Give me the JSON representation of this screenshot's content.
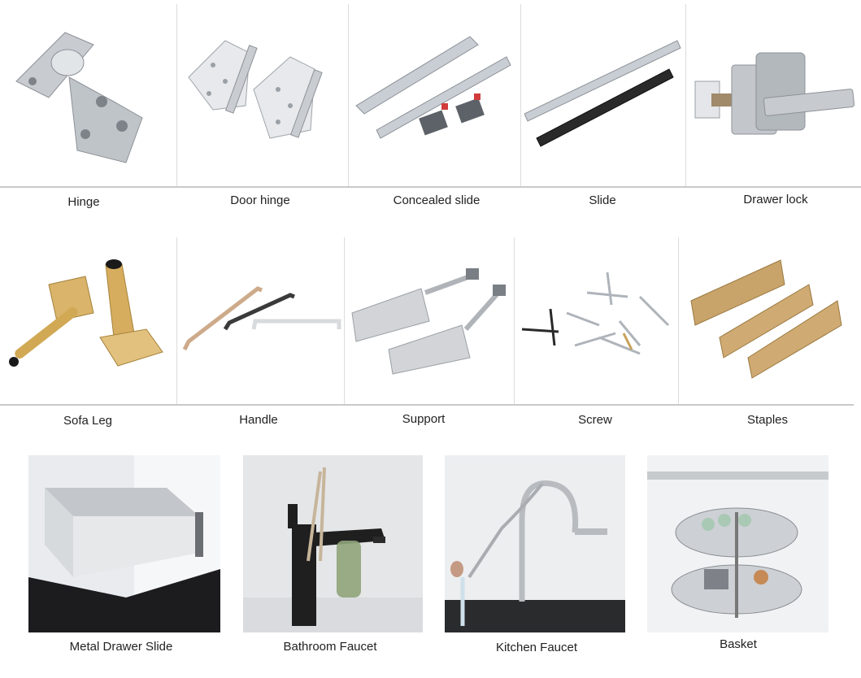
{
  "rows": [
    {
      "items": [
        {
          "label": "Hinge",
          "icon": "hinge-icon"
        },
        {
          "label": "Door hinge",
          "icon": "door-hinge-icon"
        },
        {
          "label": "Concealed slide",
          "icon": "concealed-slide-icon"
        },
        {
          "label": "Slide",
          "icon": "slide-icon"
        },
        {
          "label": "Drawer lock",
          "icon": "drawer-lock-icon"
        }
      ]
    },
    {
      "items": [
        {
          "label": "Sofa Leg",
          "icon": "sofa-leg-icon"
        },
        {
          "label": "Handle",
          "icon": "handle-icon"
        },
        {
          "label": "Support",
          "icon": "support-icon"
        },
        {
          "label": "Screw",
          "icon": "screw-icon"
        },
        {
          "label": "Staples",
          "icon": "staples-icon"
        }
      ]
    },
    {
      "items": [
        {
          "label": "Metal Drawer Slide",
          "icon": "metal-drawer-slide-photo"
        },
        {
          "label": "Bathroom Faucet",
          "icon": "bathroom-faucet-photo"
        },
        {
          "label": "Kitchen Faucet",
          "icon": "kitchen-faucet-photo"
        },
        {
          "label": "Basket",
          "icon": "basket-photo"
        }
      ]
    }
  ],
  "colors": {
    "divider": "#dcdcdc",
    "baseline": "#c9c9c9",
    "steel": "#b9bec4",
    "brass": "#c9a25a",
    "dark": "#3a3a3a"
  }
}
